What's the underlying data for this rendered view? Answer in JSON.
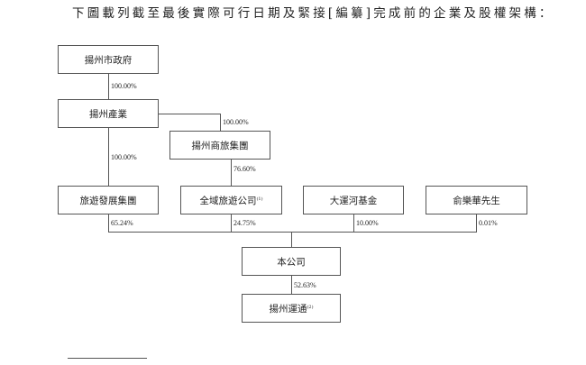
{
  "heading": "下圖載列截至最後實際可行日期及緊接[編纂]完成前的企業及股權架構：",
  "entities": {
    "yangzhou_gov": "揚州市政府",
    "yangzhou_industry": "揚州產業",
    "commerce_tourism": "揚州商旅集團",
    "tourism_dev": "旅遊發展集團",
    "quanyu": "全域旅遊公司",
    "quanyu_note": "(1)",
    "grand_canal_fund": "大運河基金",
    "yu": "俞樂華先生",
    "company": "本公司",
    "yunton": "揚州運通",
    "yunton_note": "(2)"
  },
  "percentages": {
    "gov_to_industry": "100.00%",
    "industry_to_commerce": "100.00%",
    "industry_to_tourism_dev": "100.00%",
    "commerce_to_quanyu": "76.60%",
    "tourism_dev_to_company": "65.24%",
    "quanyu_to_company": "24.75%",
    "fund_to_company": "10.00%",
    "yu_to_company": "0.01%",
    "company_to_yunton": "52.63%"
  }
}
